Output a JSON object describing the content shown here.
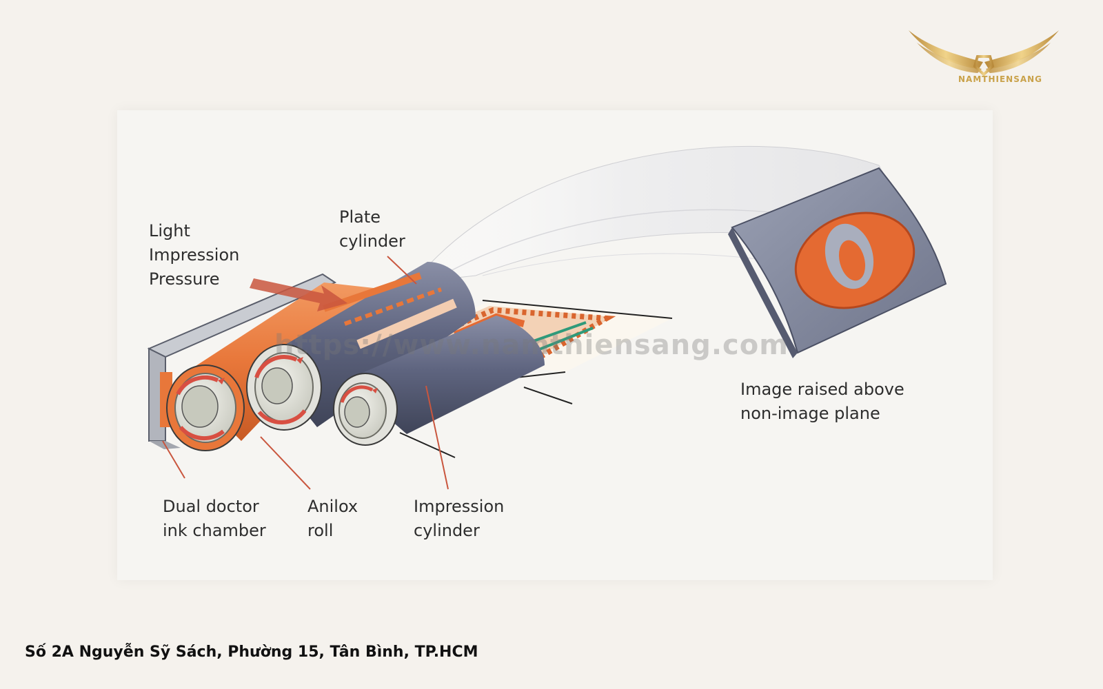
{
  "labels": {
    "light_impression": [
      "Light",
      "Impression",
      "Pressure"
    ],
    "plate_cylinder": [
      "Plate",
      "cylinder"
    ],
    "dual_doctor": [
      "Dual doctor",
      "ink chamber"
    ],
    "anilox_roll": [
      "Anilox",
      "roll"
    ],
    "impression_cylinder": [
      "Impression",
      "cylinder"
    ],
    "image_raised": [
      "Image raised above",
      "non-image plane"
    ]
  },
  "watermark": "https://www.namthiensang.com",
  "brand": {
    "name": "NAMTHIENSANG"
  },
  "footer": {
    "address": "Số 2A Nguyễn Sỹ Sách, Phường 15, Tân Bình, TP.HCM"
  },
  "colors": {
    "background": "#f5f2ed",
    "cylinder_blue": "#5f6580",
    "anilox_orange": "#e8773a",
    "ink_red": "#c9563e",
    "chamber_gray": "#b9bcc3",
    "plate_orange": "#e46a32",
    "gold": "#c9a24a"
  }
}
